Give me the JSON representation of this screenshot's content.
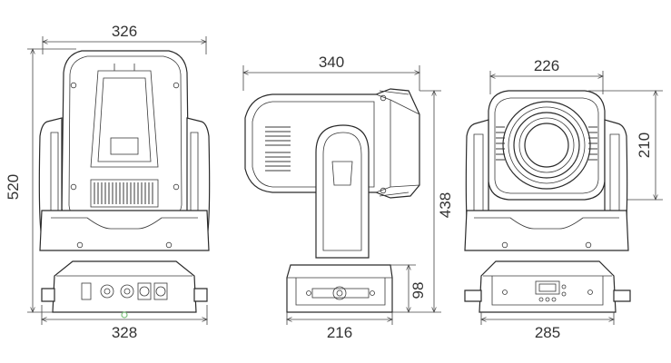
{
  "drawing": {
    "front_view": {
      "top_width": "326",
      "height": "520",
      "base_width": "328"
    },
    "side_view": {
      "top_width": "340",
      "height": "438",
      "base_width": "216",
      "base_height": "98"
    },
    "rear_view": {
      "top_width": "226",
      "head_height": "210",
      "base_width": "285"
    }
  },
  "colors": {
    "line": "#2a2a2a",
    "accent_green": "#7ec27e"
  }
}
